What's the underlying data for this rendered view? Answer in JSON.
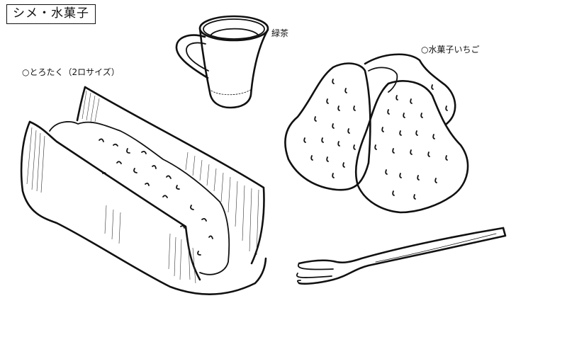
{
  "title": "シメ・水菓子",
  "labels": {
    "torotaku": "○とろたく（2ロサイズ）",
    "green_tea": "緑茶",
    "strawberry": "○水菓子いちご"
  },
  "illustrations": [
    {
      "name": "torotaku-roll",
      "description": "seaweed-wrapped toro-takuan rice roll, 2-bite size"
    },
    {
      "name": "tea-cup",
      "description": "glass mug of green tea"
    },
    {
      "name": "strawberries",
      "description": "three strawberries"
    },
    {
      "name": "fork",
      "description": "dessert fork"
    }
  ],
  "colors": {
    "ink": "#111111",
    "background": "#ffffff"
  }
}
